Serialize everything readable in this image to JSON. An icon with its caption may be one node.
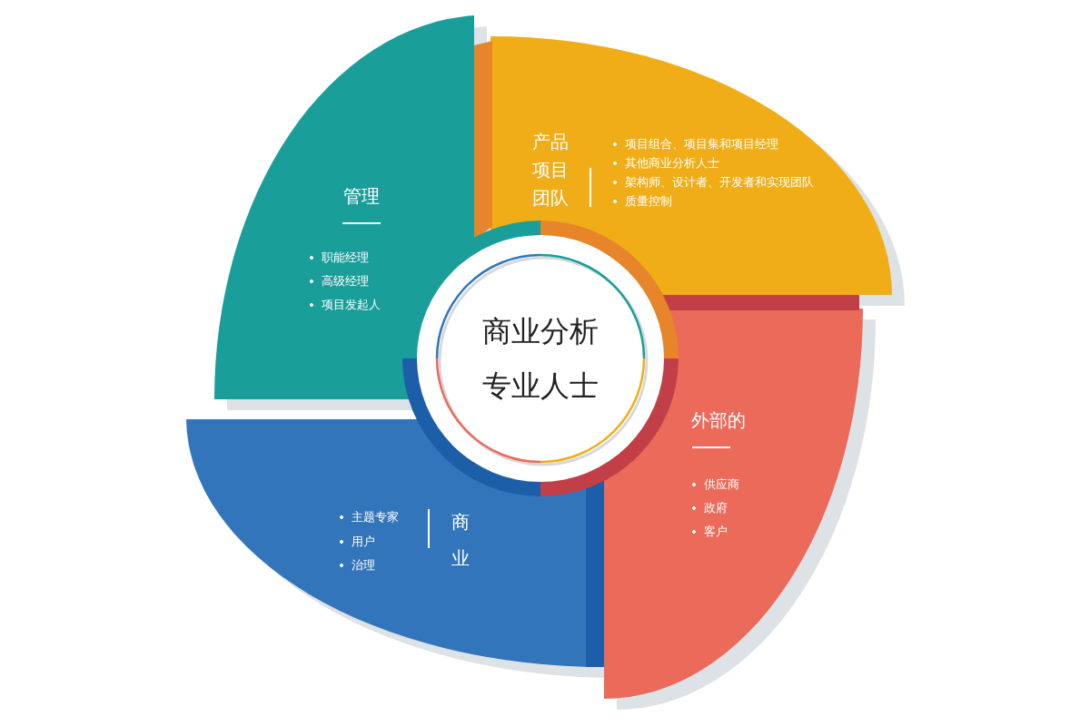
{
  "diagram": {
    "nodes": [
      {
        "text": [
          "管理",
          "职能经理",
          "高级经理",
          "项目发起人"
        ]
      },
      {
        "text": [
          "产品项目团队",
          "项目组合、项目集和项目经理",
          "其他商业分析人士",
          "架构师、设计者、开发者和实现团队",
          "质量控制"
        ]
      },
      {
        "text": [
          "商业分析专业人士"
        ]
      },
      {
        "text": [
          "外部的",
          "供应商",
          "政府",
          "客户"
        ]
      },
      {
        "text": [
          "主题专家",
          "用户",
          "治理",
          "商业"
        ]
      }
    ]
  }
}
